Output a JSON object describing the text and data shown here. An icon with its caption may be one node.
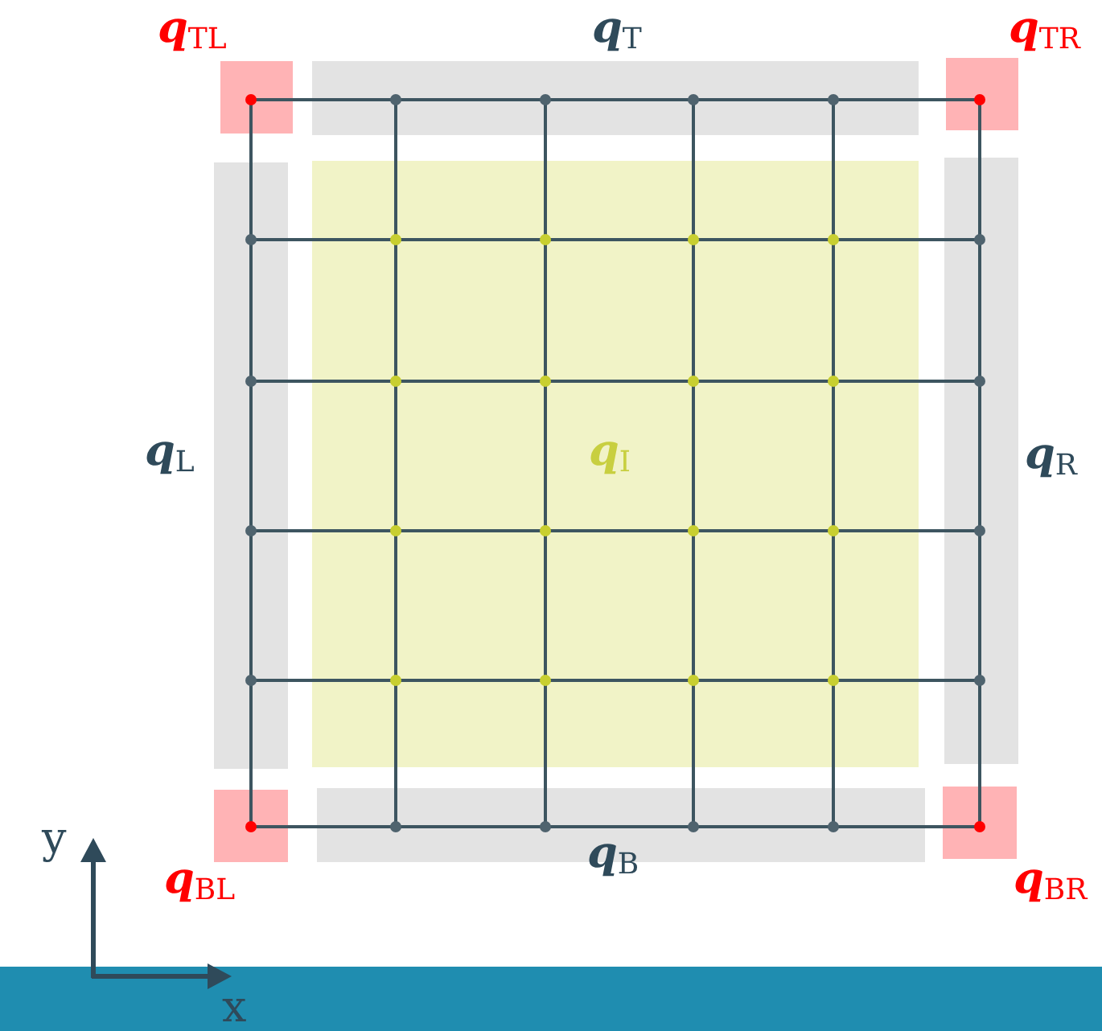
{
  "diagram": {
    "labels": [
      "**q**$_{TL}$",
      "**q**$_{T}$",
      "**q**$_{TR}$",
      "**q**$_{L}$",
      "**q**$_{I}$",
      "**q**$_{R}$",
      "y",
      "**q**$_{BL}$",
      "**q**$_{B}$",
      "**q**$_{BR}$",
      "x"
    ]
  }
}
